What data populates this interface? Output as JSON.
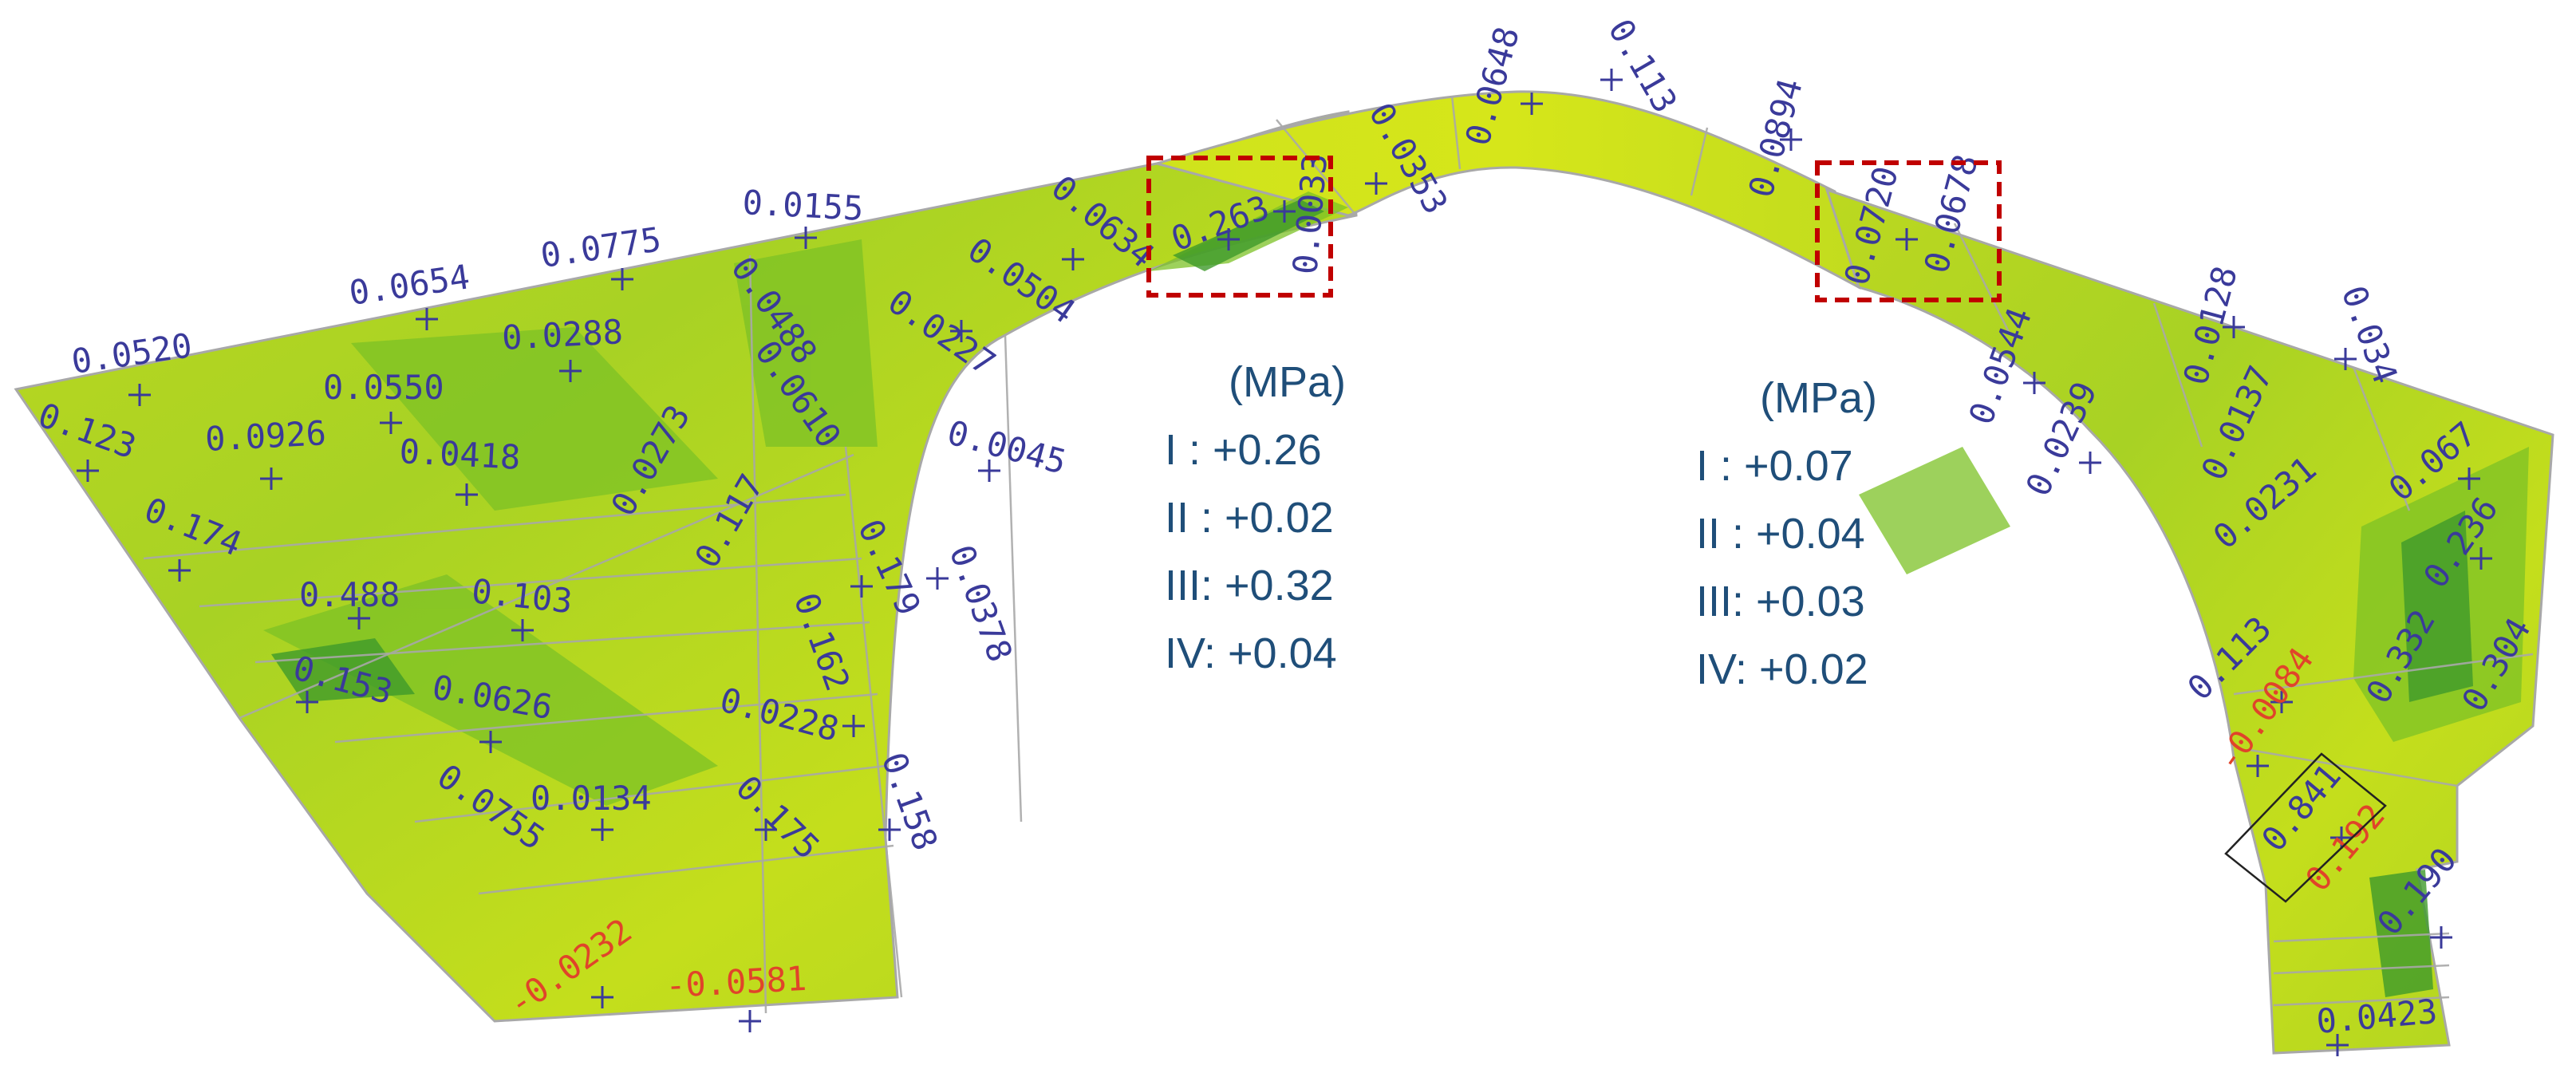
{
  "colors": {
    "label_blue": "#3a3a9a",
    "label_red": "#e0442a",
    "panel_text": "#1f4e79",
    "highlight_box": "#c00000",
    "mesh_line": "#a8a8a8",
    "stress_light": "#c8e01e",
    "stress_mid": "#9ed022",
    "stress_dark": "#3e9a2a"
  },
  "stress_labels": [
    "0.0520",
    "0.0654",
    "0.0775",
    "0.0155",
    "0.0288",
    "0.0550",
    "0.123",
    "0.0926",
    "0.0418",
    "0.174",
    "0.488",
    "0.103",
    "0.153",
    "0.0626",
    "0.0134",
    "0.0755",
    "-0.0232",
    "-0.0581",
    "0.0488",
    "0.0610",
    "0.0273",
    "0.117",
    "0.162",
    "0.0228",
    "0.175",
    "0.0227",
    "0.0504",
    "0.0634",
    "0.0045",
    "0.179",
    "0.0378",
    "0.158",
    "0.263",
    "0.0033",
    "0.0353",
    "0.0648",
    "0.113",
    "0.0894",
    "0.0720",
    "0.0678",
    "0.0544",
    "0.0239",
    "0.0128",
    "0.0137",
    "0.0231",
    "0.034",
    "0.067",
    "0.236",
    "0.113",
    "-0.0084",
    "0.332",
    "0.304",
    "0.841",
    "0.192",
    "0.190",
    "0.0423"
  ],
  "panels": [
    {
      "unit": "(MPa)",
      "rows": [
        "I  : +0.26",
        "II : +0.02",
        "III: +0.32",
        "IV: +0.04"
      ]
    },
    {
      "unit": "(MPa)",
      "rows": [
        "I  : +0.07",
        "II : +0.04",
        "III: +0.03",
        "IV: +0.02"
      ]
    }
  ]
}
